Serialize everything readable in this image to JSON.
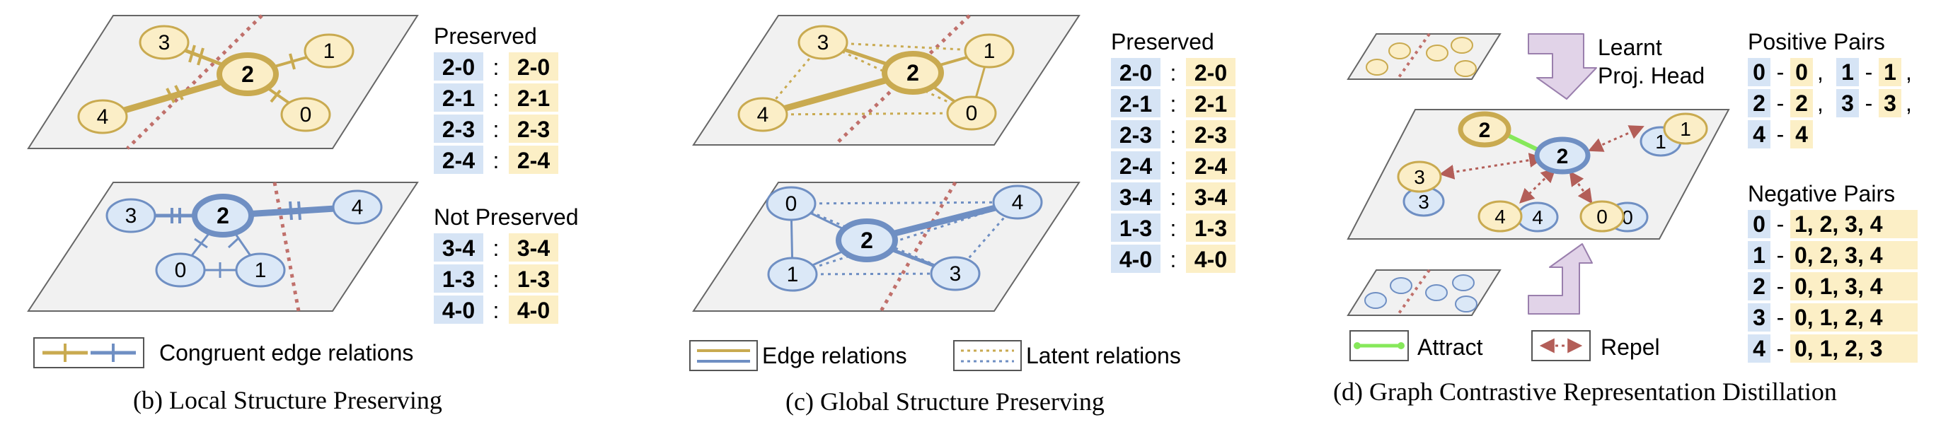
{
  "colors": {
    "gold_fill": "#fbeec7",
    "gold_stroke": "#c9aa50",
    "blue_fill": "#dbe8f7",
    "blue_stroke": "#6f8fc3",
    "plane_fill": "#f1f1f1",
    "plane_stroke": "#666666",
    "red_dash": "#c0706b",
    "blue_cell": "#d6e4f5",
    "gold_cell": "#fcefc6",
    "attract": "#86e85a",
    "repel": "#b35e58",
    "arrow_fill": "#e1d3e8",
    "arrow_stroke": "#9a7fad"
  },
  "panel_b": {
    "caption": "(b) Local Structure Preserving",
    "top_nodes": [
      "3",
      "2",
      "1",
      "4",
      "0"
    ],
    "bottom_nodes": [
      "3",
      "2",
      "4",
      "0",
      "1"
    ],
    "preserved_title": "Preserved",
    "preserved": [
      {
        "left": "2-0",
        "sep": ":",
        "right": "2-0"
      },
      {
        "left": "2-1",
        "sep": ":",
        "right": "2-1"
      },
      {
        "left": "2-3",
        "sep": ":",
        "right": "2-3"
      },
      {
        "left": "2-4",
        "sep": ":",
        "right": "2-4"
      }
    ],
    "not_preserved_title": "Not Preserved",
    "not_preserved": [
      {
        "left": "3-4",
        "sep": ":",
        "right": "3-4"
      },
      {
        "left": "1-3",
        "sep": ":",
        "right": "1-3"
      },
      {
        "left": "4-0",
        "sep": ":",
        "right": "4-0"
      }
    ],
    "legend_label": "Congruent edge relations"
  },
  "panel_c": {
    "caption": "(c) Global Structure Preserving",
    "top_nodes": [
      "3",
      "1",
      "2",
      "4",
      "0"
    ],
    "bottom_nodes": [
      "0",
      "4",
      "2",
      "1",
      "3"
    ],
    "preserved_title": "Preserved",
    "preserved": [
      {
        "left": "2-0",
        "sep": ":",
        "right": "2-0"
      },
      {
        "left": "2-1",
        "sep": ":",
        "right": "2-1"
      },
      {
        "left": "2-3",
        "sep": ":",
        "right": "2-3"
      },
      {
        "left": "2-4",
        "sep": ":",
        "right": "2-4"
      },
      {
        "left": "3-4",
        "sep": ":",
        "right": "3-4"
      },
      {
        "left": "1-3",
        "sep": ":",
        "right": "1-3"
      },
      {
        "left": "4-0",
        "sep": ":",
        "right": "4-0"
      }
    ],
    "legend_edge": "Edge relations",
    "legend_latent": "Latent relations"
  },
  "panel_d": {
    "caption": "(d) Graph Contrastive Representation Distillation",
    "head_label_1": "Learnt",
    "head_label_2": "Proj. Head",
    "middle_nodes": {
      "gold": [
        "2",
        "1",
        "3",
        "4",
        "0"
      ],
      "blue": [
        "2",
        "1",
        "3",
        "4",
        "0"
      ]
    },
    "positive_title": "Positive Pairs",
    "positive": [
      [
        {
          "a": "0",
          "d": "-",
          "b": "0",
          "p": ","
        },
        {
          "a": "1",
          "d": "-",
          "b": "1",
          "p": ","
        }
      ],
      [
        {
          "a": "2",
          "d": "-",
          "b": "2",
          "p": ","
        },
        {
          "a": "3",
          "d": "-",
          "b": "3",
          "p": ","
        }
      ],
      [
        {
          "a": "4",
          "d": "-",
          "b": "4",
          "p": ""
        }
      ]
    ],
    "negative_title": "Negative Pairs",
    "negative": [
      {
        "a": "0",
        "d": "-",
        "list": "1, 2, 3, 4"
      },
      {
        "a": "1",
        "d": "-",
        "list": "0, 2, 3, 4"
      },
      {
        "a": "2",
        "d": "-",
        "list": "0, 1, 3, 4"
      },
      {
        "a": "3",
        "d": "-",
        "list": "0, 1, 2, 4"
      },
      {
        "a": "4",
        "d": "-",
        "list": "0, 1, 2, 3"
      }
    ],
    "legend_attract": "Attract",
    "legend_repel": "Repel"
  }
}
